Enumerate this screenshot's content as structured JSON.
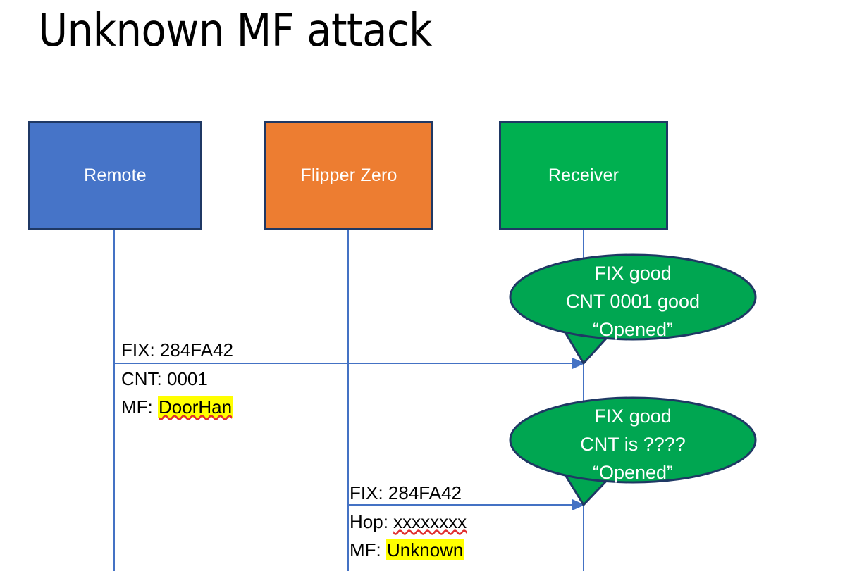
{
  "slide": {
    "title": "Unknown MF attack",
    "background_color": "#FFFFFF"
  },
  "colors": {
    "remote_blue": "#4674C8",
    "flipper_orange": "#ED7D31",
    "receiver_green": "#00B050",
    "box_outline": "#1F3864",
    "lifeline_blue": "#4472C4",
    "arrow_blue": "#4472C4",
    "highlight_yellow": "#FFFF00",
    "squiggle_red": "#E03030",
    "text_black": "#000000",
    "bubble_text_white": "#FFFFFF"
  },
  "actors": [
    {
      "id": "remote",
      "label": "Remote",
      "color": "#4674C8"
    },
    {
      "id": "flipper",
      "label": "Flipper Zero",
      "color": "#ED7D31"
    },
    {
      "id": "receiver",
      "label": "Receiver",
      "color": "#00B050"
    }
  ],
  "messages": [
    {
      "id": "msg1",
      "from": "remote",
      "to": "receiver",
      "line1": "FIX: 284FA42",
      "line2": "CNT: 0001",
      "line3_prefix": "MF: ",
      "line3_value": "DoorHan",
      "line3_highlighted": true,
      "line3_spellcheck_underline": true
    },
    {
      "id": "msg2",
      "from": "flipper",
      "to": "receiver",
      "line1": "FIX: 284FA42",
      "line2_prefix": "Hop: ",
      "line2_value": "xxxxxxxx",
      "line2_spellcheck_underline": true,
      "line3_prefix": "MF: ",
      "line3_value": "Unknown",
      "line3_highlighted": true
    }
  ],
  "callouts": [
    {
      "id": "bubble1",
      "attached_to": "msg1",
      "line1": "FIX good",
      "line2": "CNT 0001 good",
      "line3": "“Opened”"
    },
    {
      "id": "bubble2",
      "attached_to": "msg2",
      "line1": "FIX good",
      "line2": "CNT is ????",
      "line3": "“Opened”"
    }
  ]
}
